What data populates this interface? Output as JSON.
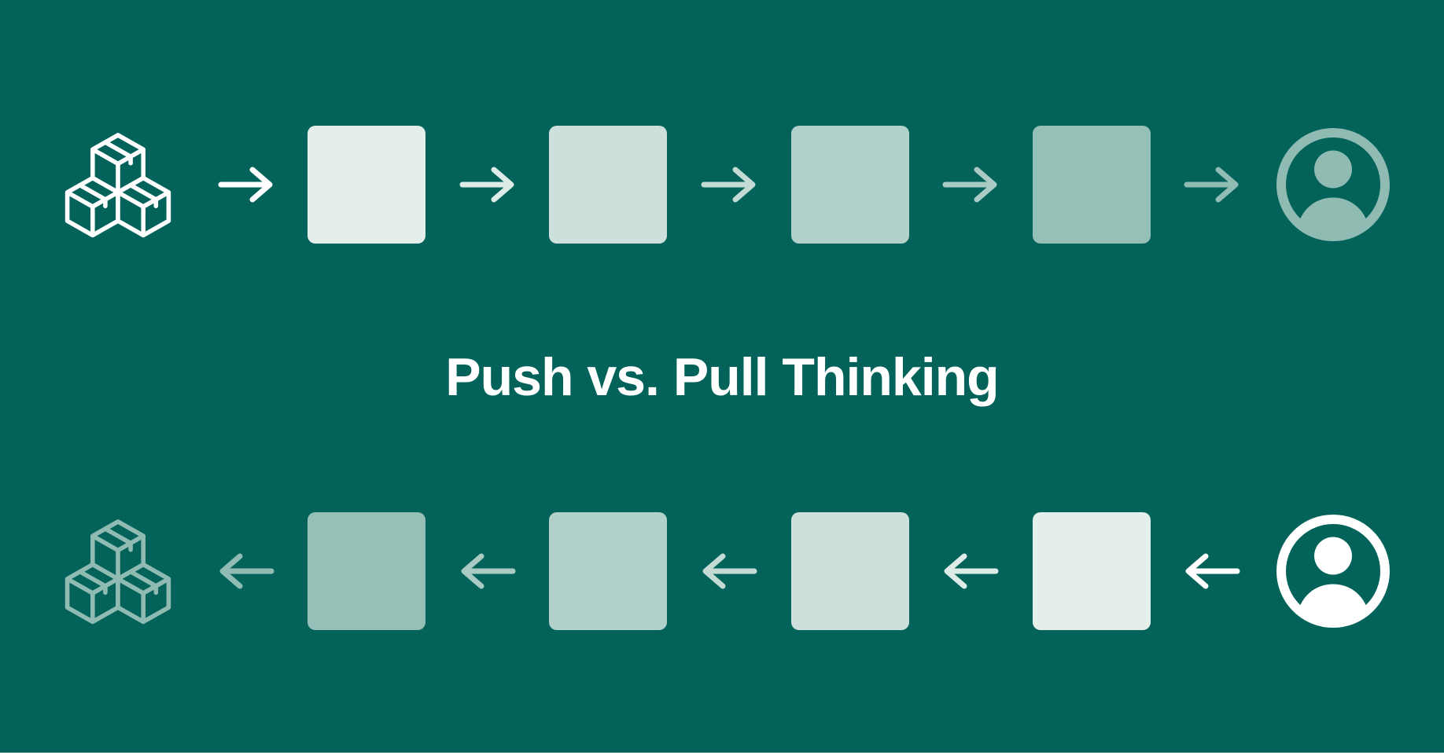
{
  "title": "Push vs. Pull Thinking",
  "colors": {
    "background": "#03635A",
    "white": "#FFFFFF",
    "faded": "#8FBBB3",
    "bottom_edge_strip": "#FFFFFF"
  },
  "rows": {
    "top": {
      "flow": "push",
      "direction": "right",
      "left_icon": {
        "name": "boxes-stack-icon",
        "color": "#FFFFFF"
      },
      "right_icon": {
        "name": "person-circle-icon",
        "color": "#8FBBB3"
      },
      "squares": [
        "#E4EFEC",
        "#CDE0DB",
        "#B2D1CA",
        "#95C0B8"
      ],
      "arrows": [
        "#FFFFFF",
        "#DEECE8",
        "#C4DAD4",
        "#A9CBC4",
        "#90BCB4"
      ]
    },
    "bottom": {
      "flow": "pull",
      "direction": "left",
      "left_icon": {
        "name": "boxes-stack-icon",
        "color": "#8FBBB3"
      },
      "right_icon": {
        "name": "person-circle-icon",
        "color": "#FFFFFF"
      },
      "squares": [
        "#95C0B8",
        "#B2D1CA",
        "#CDE0DB",
        "#E4EFEC"
      ],
      "arrows": [
        "#90BCB4",
        "#A9CBC4",
        "#C4DAD4",
        "#DEECE8",
        "#FFFFFF"
      ]
    }
  }
}
